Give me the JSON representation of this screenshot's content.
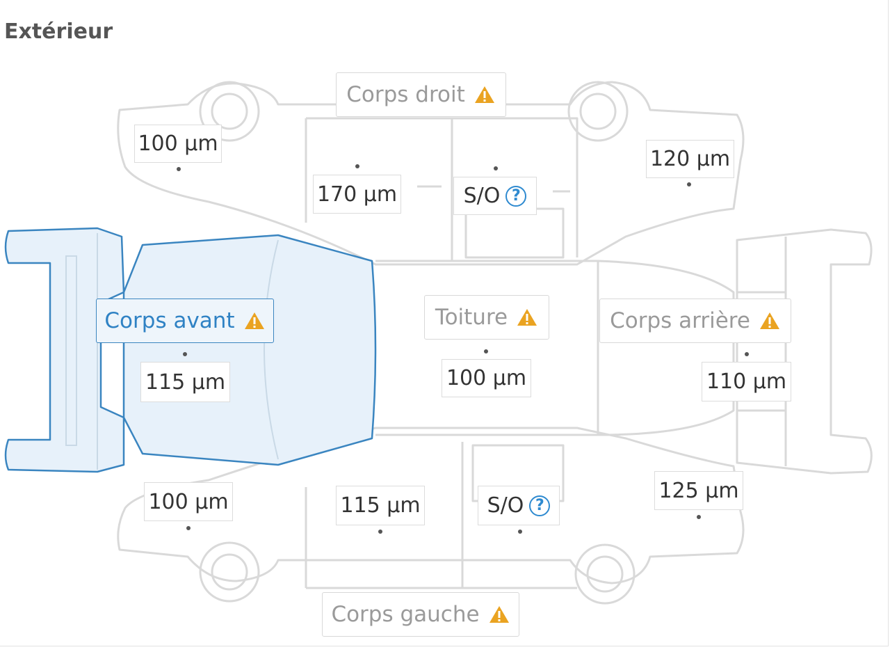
{
  "section": {
    "title": "Extérieur"
  },
  "colors": {
    "accent": "#2f82c4",
    "warning": "#eaa321",
    "outline": "#d9d9d9",
    "selected_fill": "#e7f1fa"
  },
  "icons": {
    "warning": "warning-triangle-icon",
    "help": "question-circle-icon"
  },
  "zones": {
    "droit": {
      "label": "Corps droit"
    },
    "avant": {
      "label": "Corps avant",
      "selected": true
    },
    "toiture": {
      "label": "Toiture"
    },
    "arriere": {
      "label": "Corps arrière"
    },
    "gauche": {
      "label": "Corps gauche"
    }
  },
  "measurements": {
    "droit_1": "100 µm",
    "droit_2": "170 µm",
    "droit_3": "S/O",
    "droit_4": "120 µm",
    "avant_1": "115 µm",
    "toiture_1": "100 µm",
    "arriere_1": "110 µm",
    "gauche_1": "100 µm",
    "gauche_2": "115 µm",
    "gauche_3": "S/O",
    "gauche_4": "125 µm"
  },
  "help_glyph": "?"
}
